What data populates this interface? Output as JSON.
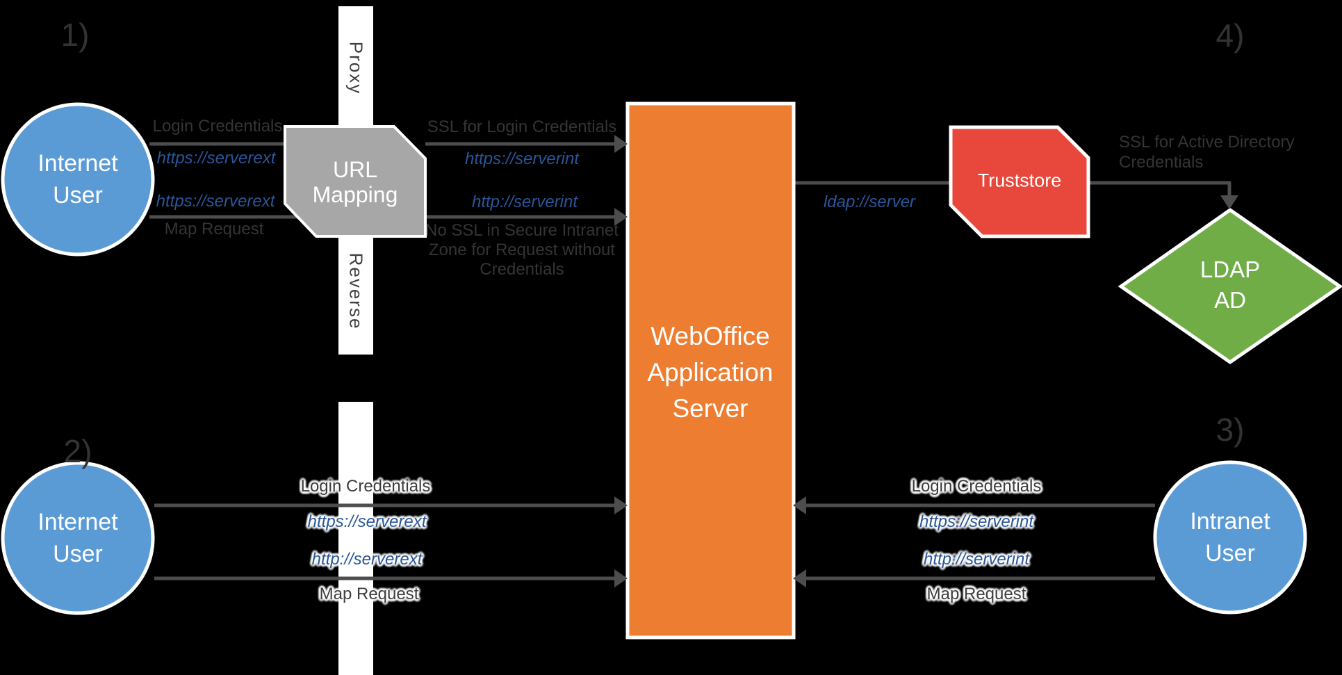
{
  "canvas": {
    "background": "#000000"
  },
  "section_markers": {
    "one": "1)",
    "two": "2)",
    "three": "3)",
    "four": "4)"
  },
  "proxy_bar": {
    "top_label": "Proxy",
    "bottom_label": "Reverse"
  },
  "nodes": {
    "internet_user_top": {
      "line1": "Internet",
      "line2": "User",
      "color": "#5B9BD5"
    },
    "internet_user_bottom": {
      "line1": "Internet",
      "line2": "User",
      "color": "#5B9BD5"
    },
    "intranet_user": {
      "line1": "Intranet",
      "line2": "User",
      "color": "#5B9BD5"
    },
    "url_mapping": {
      "line1": "URL",
      "line2": "Mapping",
      "color": "#A7A7A7"
    },
    "app_server": {
      "line1": "WebOffice",
      "line2": "Application",
      "line3": "Server",
      "color": "#ED7D31"
    },
    "truststore": {
      "label": "Truststore",
      "color": "#E8483C"
    },
    "ldap_ad": {
      "line1": "LDAP",
      "line2": "AD",
      "color": "#70AD47"
    }
  },
  "flows": {
    "top_left": {
      "login_label": "Login Credentials",
      "https_url": "https://serverext",
      "https_url_2": "https://serverext",
      "map_label": "Map Request"
    },
    "top_middle": {
      "ssl_login_label": "SSL for Login Credentials",
      "https_url": "https://serverint",
      "http_url": "http://serverint",
      "no_ssl_note": "No SSL in Secure Intranet Zone for Request without Credentials"
    },
    "ldap": {
      "url_label": "ldap://server",
      "ssl_ad_note": "SSL for Active Directory Credentials"
    },
    "bottom_left": {
      "login_label": "Login Credentials",
      "https_url": "https://serverext",
      "http_url": "http://serverext",
      "map_label": "Map Request"
    },
    "bottom_right": {
      "login_label": "Login Credentials",
      "https_url": "https://serverint",
      "http_url": "http://serverint",
      "map_label": "Map Request"
    }
  },
  "colors": {
    "background": "#000000",
    "user_circle": "#5B9BD5",
    "app_server": "#ED7D31",
    "truststore": "#E8483C",
    "ldap_ad": "#70AD47",
    "url_mapping": "#A7A7A7",
    "proxy_bar": "#FFFFFF",
    "connector": "#4D4D4D",
    "dark_text": "#343434",
    "url_text": "#2A5699",
    "node_text": "#FFFFFF"
  }
}
